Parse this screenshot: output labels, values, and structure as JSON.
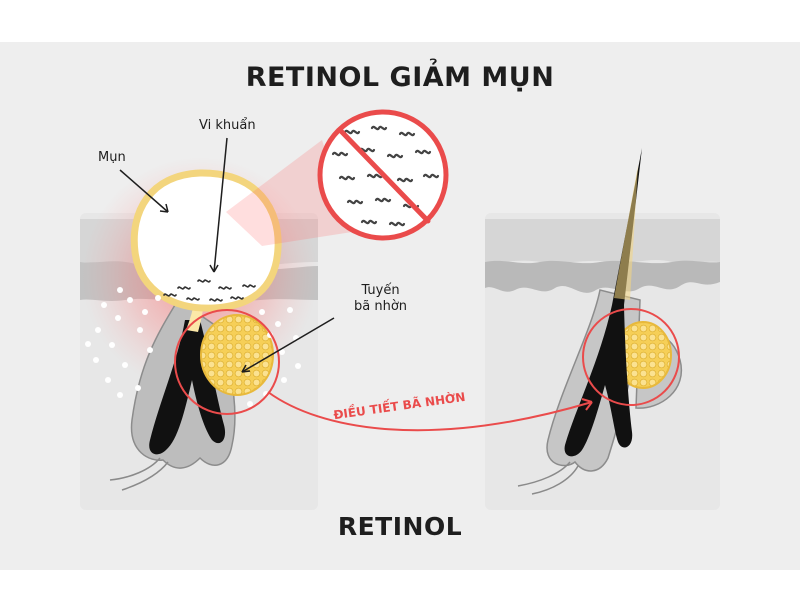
{
  "title": "RETINOL GIẢM MỤN",
  "subtitle": "RETINOL",
  "labels": {
    "pimple": "Mụn",
    "bacteria": "Vi khuẩn",
    "gland_line1": "Tuyến",
    "gland_line2": "bã nhờn",
    "regulation": "ĐIỀU TIẾT BÃ NHỜN"
  },
  "colors": {
    "accent_red": "#ea4b4b",
    "sebum_yellow": "#f6cf57",
    "skin_gray": "#e7e7e7",
    "hair_black": "#111111"
  }
}
